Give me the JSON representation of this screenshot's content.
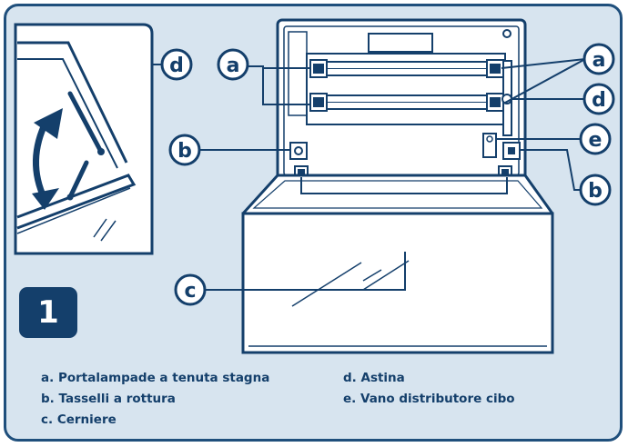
{
  "figure": {
    "number": "1",
    "callouts": {
      "a": "a",
      "b": "b",
      "c": "c",
      "d": "d",
      "e": "e"
    },
    "legend": [
      {
        "letter": "a",
        "text": "a. Portalampade a tenuta stagna"
      },
      {
        "letter": "b",
        "text": "b. Tasselli a rottura"
      },
      {
        "letter": "c",
        "text": "c. Cerniere"
      },
      {
        "letter": "d",
        "text": "d. Astina"
      },
      {
        "letter": "e",
        "text": "e. Vano distributore cibo"
      }
    ]
  },
  "colors": {
    "frame_background": "#d7e4ef",
    "line_art": "#143f6b",
    "callout_fill": "#ffffff",
    "badge_fill": "#143f6b"
  }
}
